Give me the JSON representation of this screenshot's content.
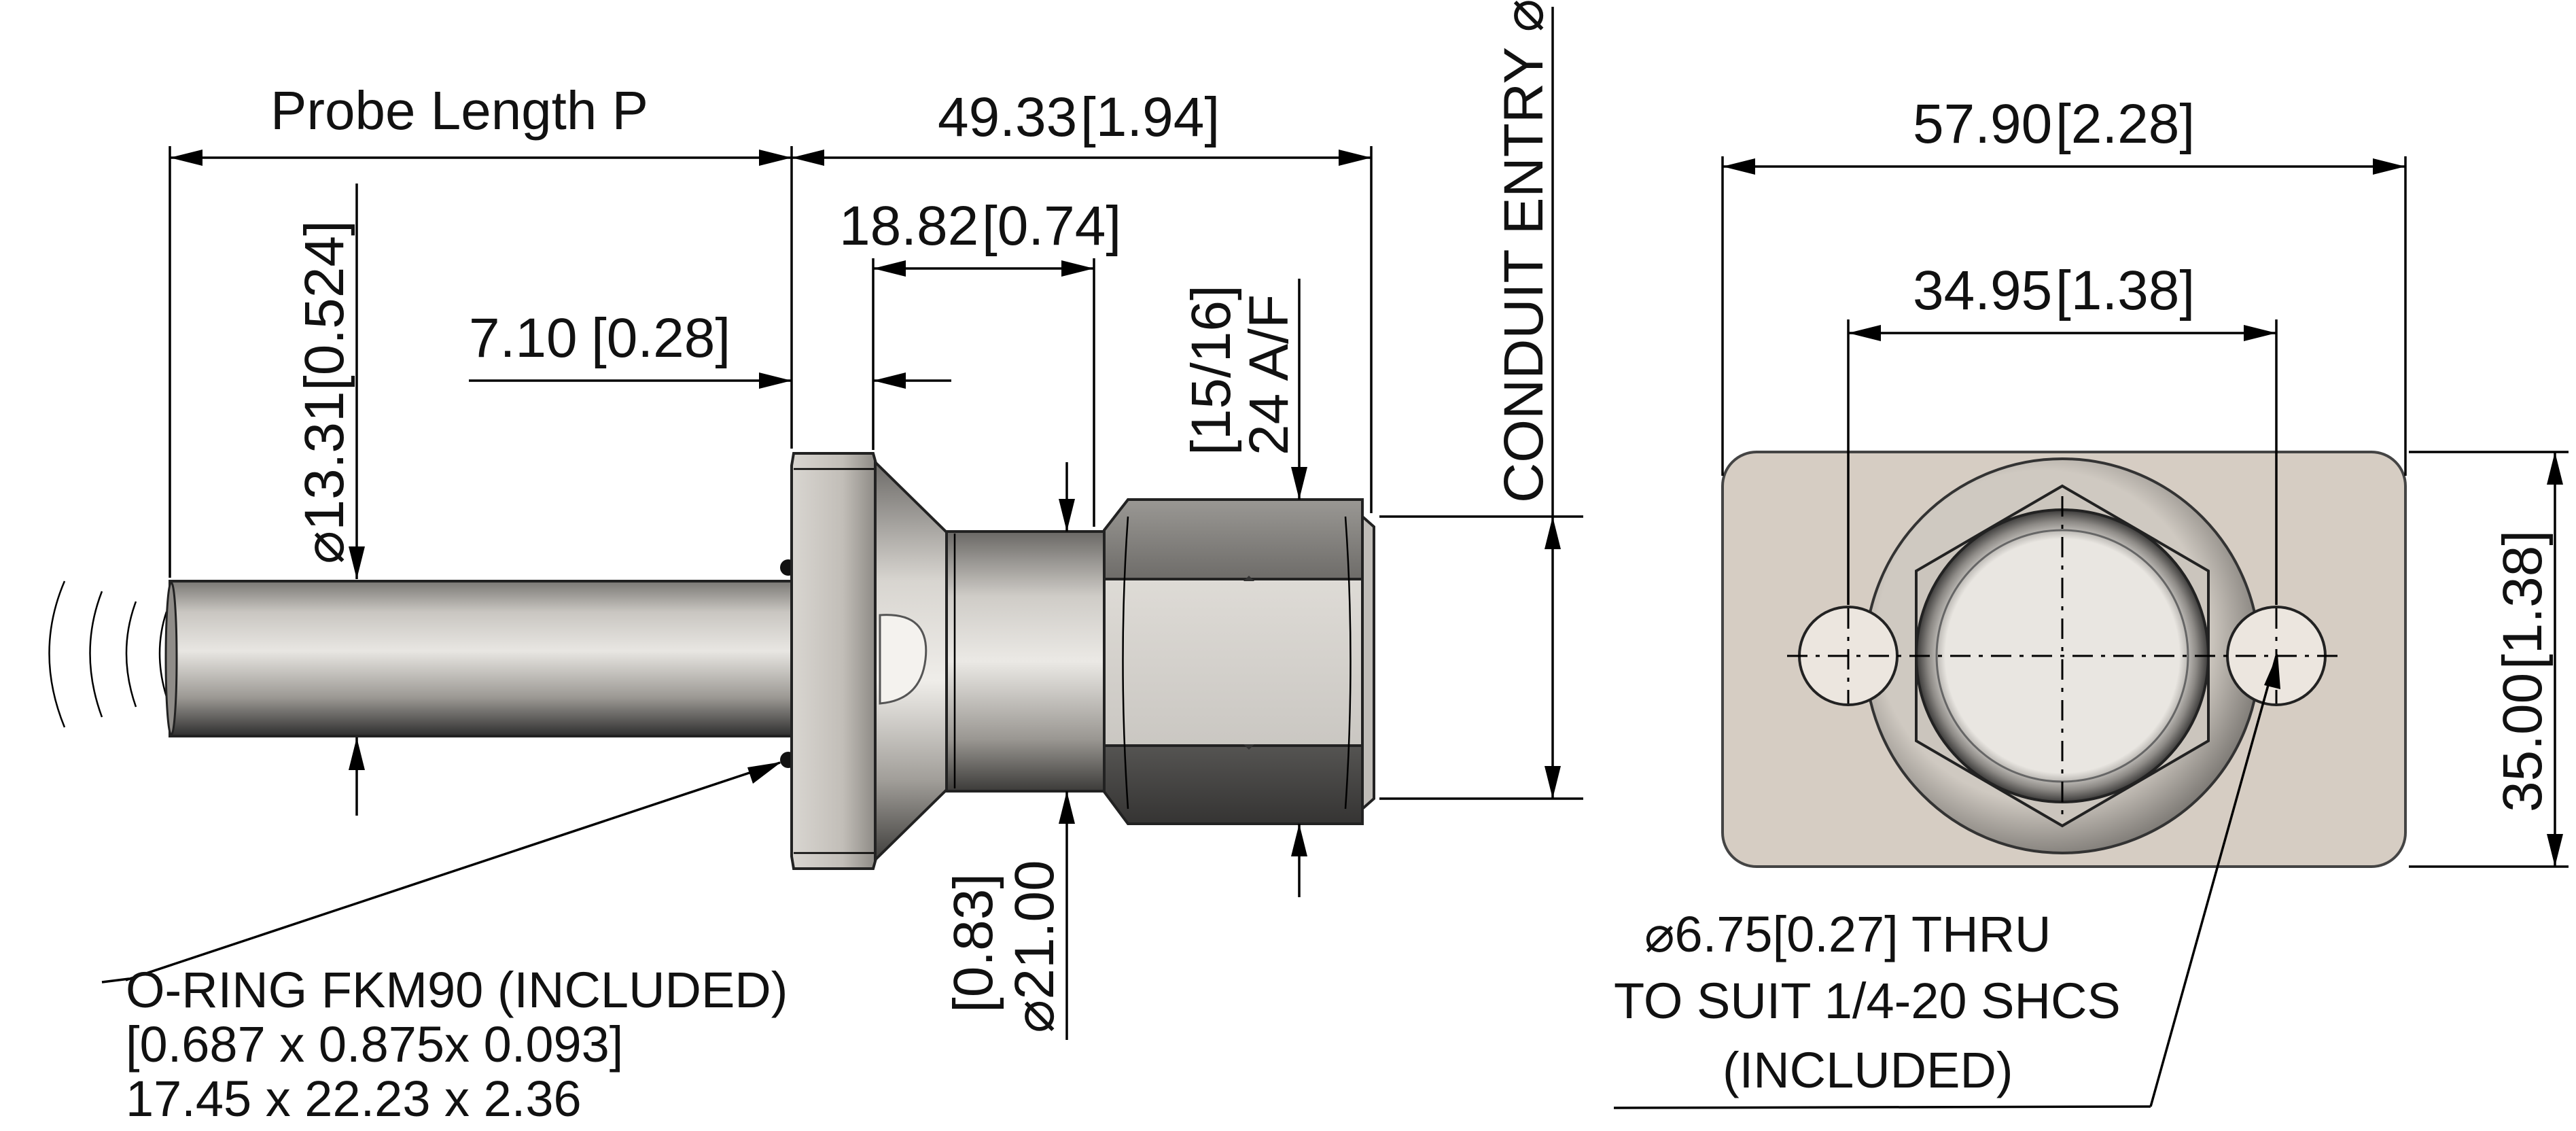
{
  "side_view": {
    "probe_length_label": "Probe Length P",
    "dim_overall": "49.33",
    "dim_overall_in": "[1.94]",
    "dim_nut_offset": "18.82",
    "dim_nut_offset_in": "[0.74]",
    "dim_flange": "7.10",
    "dim_flange_in": "[0.28]",
    "dim_probe_dia": "⌀13.31",
    "dim_probe_dia_in": "[0.524]",
    "hex_af_in": "[15/16]",
    "hex_af": "24 A/F",
    "conduit_label": "CONDUIT ENTRY ⌀",
    "dim_body_dia": "⌀21.00",
    "dim_body_dia_in": "[0.83]",
    "oring_line1": "O-RING FKM90 (INCLUDED)",
    "oring_line2": "[0.687 x 0.875x 0.093]",
    "oring_line3": "17.45 x 22.23 x 2.36"
  },
  "end_view": {
    "dim_width": "57.90",
    "dim_width_in": "[2.28]",
    "dim_hole_spacing": "34.95",
    "dim_hole_spacing_in": "[1.38]",
    "dim_height": "35.00",
    "dim_height_in": "[1.38]",
    "hole_line1": "⌀6.75[0.27] THRU",
    "hole_line2": "TO SUIT 1/4-20 SHCS",
    "hole_line3": "(INCLUDED)"
  },
  "colors": {
    "steel_light": "#e4e1dc",
    "steel_mid": "#a8a5a0",
    "steel_dark": "#3a3a3a",
    "plate": "#d6cdc3"
  }
}
